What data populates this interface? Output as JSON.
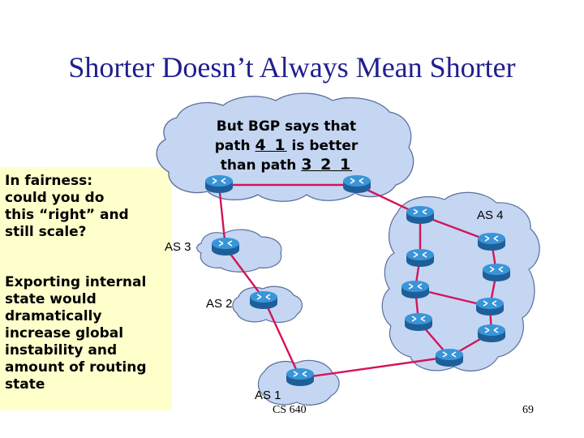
{
  "title": "Shorter Doesn’t Always Mean Shorter",
  "sidebar": {
    "note1": "In fairness:\ncould you do\nthis “right” and\nstill scale?",
    "note2": "Exporting internal\nstate would\ndramatically\nincrease global\ninstability and\namount of routing\nstate"
  },
  "callout": {
    "line1": "But BGP says that",
    "line2_prefix": "path ",
    "line2_path": "4 1",
    "line2_suffix": " is better",
    "line3_prefix": "than path ",
    "line3_path": "3 2 1"
  },
  "as_labels": {
    "as1": "AS 1",
    "as2": "AS 2",
    "as3": "AS 3",
    "as4": "AS 4"
  },
  "footer": {
    "course": "CS 640",
    "page": "69"
  },
  "colors": {
    "title": "#1f1f8f",
    "sidebox": "#ffffcc",
    "cloud_fill": "#c4d6f2",
    "link": "#d4145a",
    "router": "#2e84c8"
  }
}
